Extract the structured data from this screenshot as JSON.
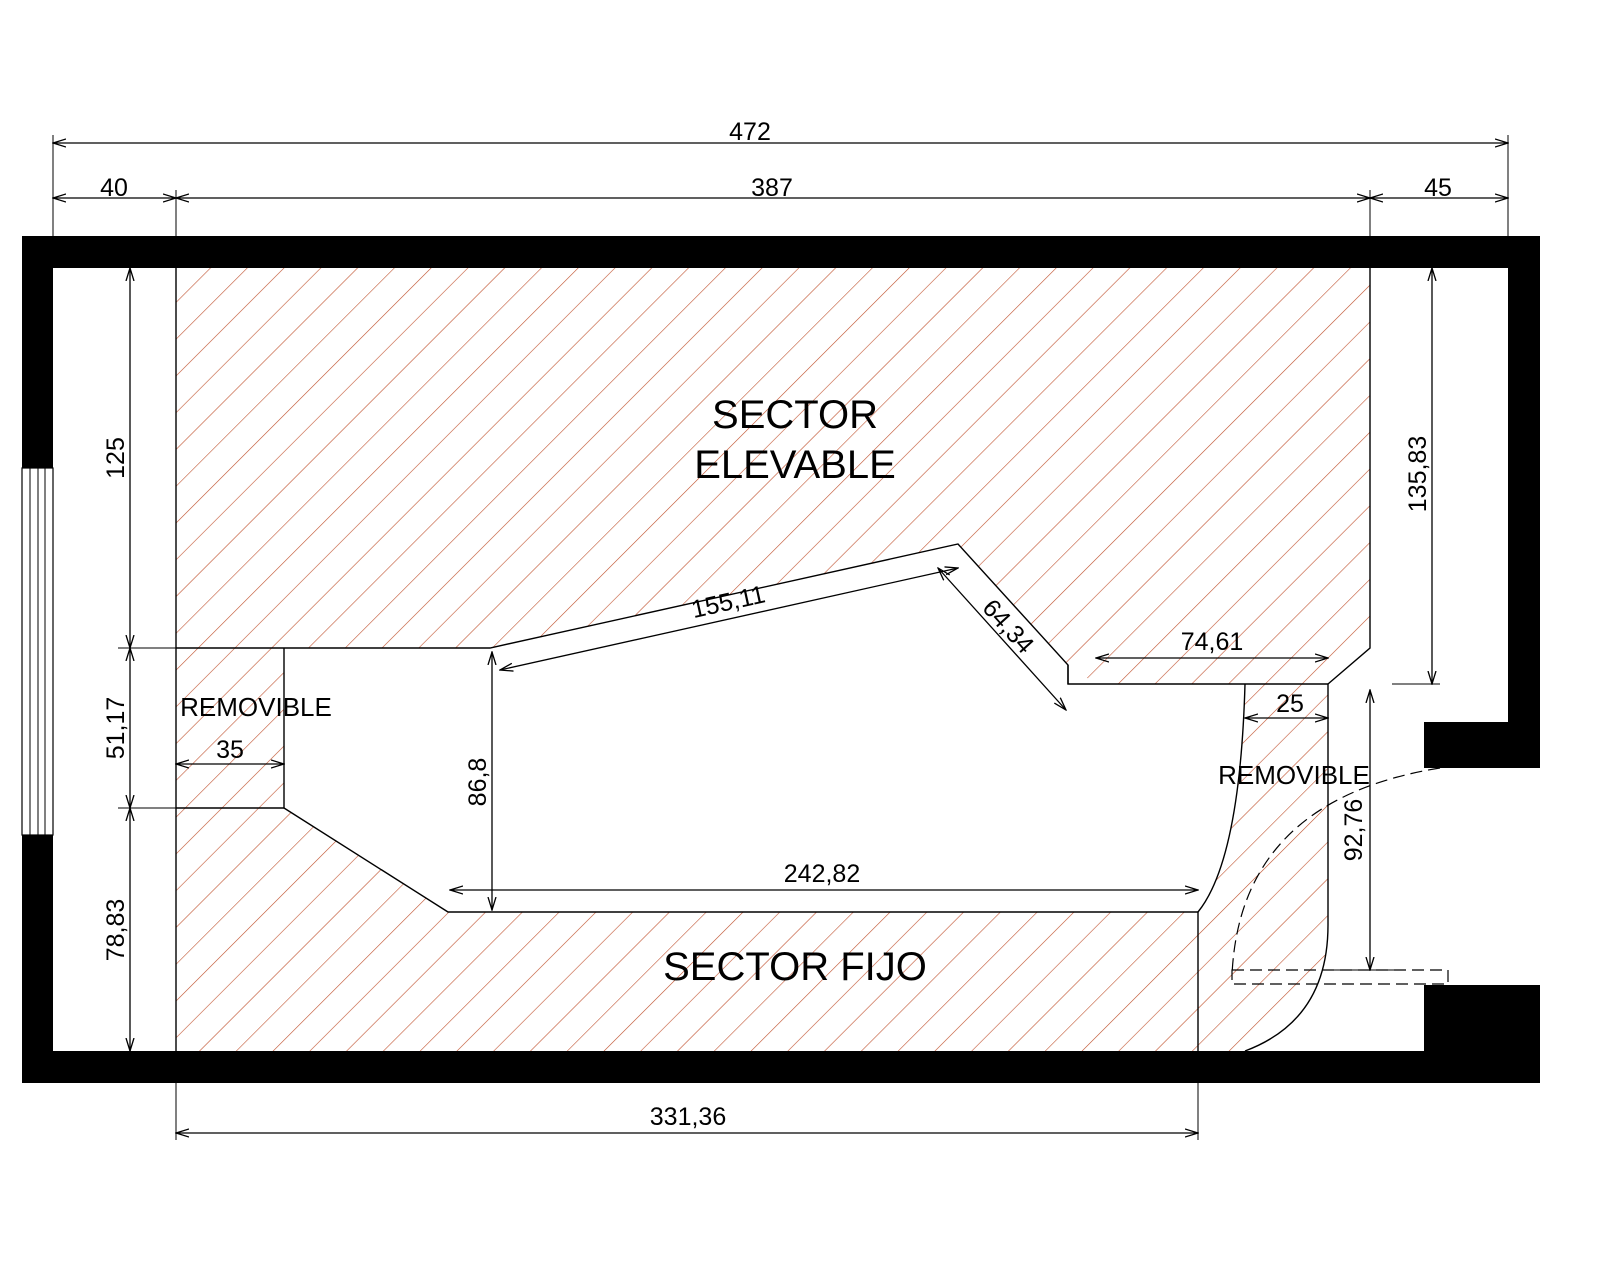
{
  "colors": {
    "wall": "#000000",
    "hatch": "#c0522f",
    "line": "#000000",
    "background": "#ffffff"
  },
  "labels": {
    "sector_elevable_line1": "SECTOR",
    "sector_elevable_line2": "ELEVABLE",
    "sector_fijo": "SECTOR FIJO",
    "removible_left": "REMOVIBLE",
    "removible_right": "REMOVIBLE"
  },
  "dimensions": {
    "total_width": "472",
    "left_offset": "40",
    "inner_width": "387",
    "right_offset": "45",
    "left_upper_height": "125",
    "left_middle_height": "51,17",
    "left_lower_height": "78,83",
    "right_upper_height": "135,83",
    "removible_width": "35",
    "diagonal_long": "155,11",
    "diagonal_short": "64,34",
    "notch_width": "74,61",
    "notch_small": "25",
    "door_height": "92,76",
    "pit_depth": "86,8",
    "pit_width": "242,82",
    "fixed_length": "331,36"
  }
}
